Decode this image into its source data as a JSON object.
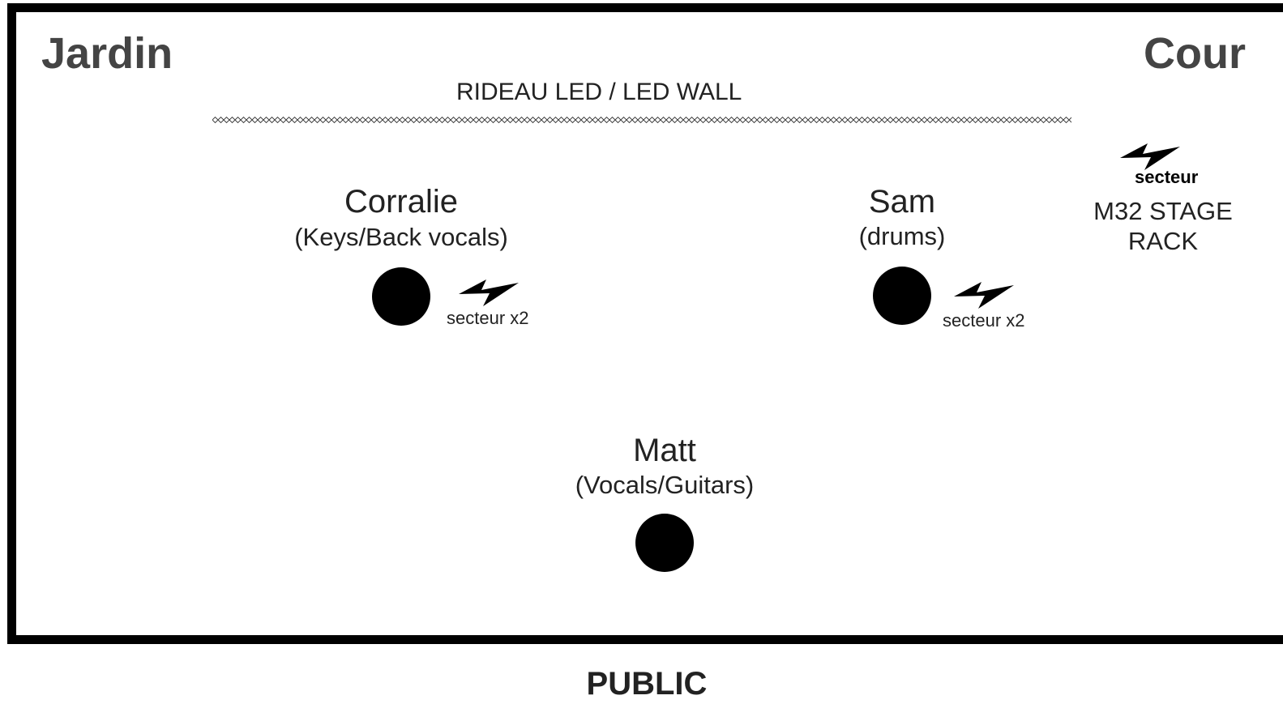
{
  "sides": {
    "left": "Jardin",
    "right": "Cour"
  },
  "led_wall": {
    "label": "RIDEAU LED / LED WALL"
  },
  "musicians": [
    {
      "name": "Corralie",
      "role": "(Keys/Back vocals)",
      "power": "secteur x2"
    },
    {
      "name": "Sam",
      "role": "(drums)",
      "power": "secteur x2"
    },
    {
      "name": "Matt",
      "role": "(Vocals/Guitars)"
    }
  ],
  "rack": {
    "power": "secteur",
    "line1": "M32 STAGE",
    "line2": "RACK"
  },
  "audience": {
    "label": "PUBLIC"
  },
  "icons": {
    "power": "lightning-bolt-icon",
    "position": "filled-circle-marker"
  },
  "colors": {
    "border": "#000000",
    "side_label": "#444444",
    "text": "#222222",
    "marker": "#000000"
  }
}
